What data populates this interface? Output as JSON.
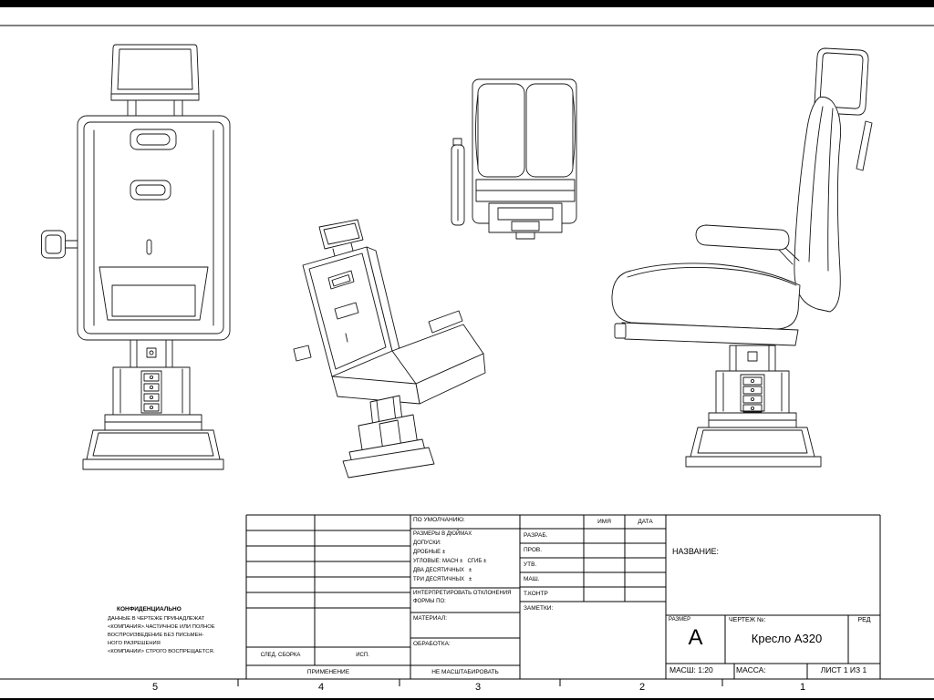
{
  "sheet": {
    "zone_labels": [
      "5",
      "4",
      "3",
      "2",
      "1"
    ]
  },
  "title_block": {
    "defaults": {
      "header": "ПО УМОЛЧАНИЮ:",
      "lines": [
        "РАЗМЕРЫ В ДЮЙМАХ",
        "ДОПУСКИ:",
        "ДРОБНЫЕ ±",
        "УГЛОВЫЕ: МАСН ±   СГИБ ±",
        "ДВА ДЕСЯТИЧНЫХ   ±",
        "ТРИ ДЕСЯТИЧНЫХ   ±"
      ]
    },
    "interpret_lines": [
      "ИНТЕРПРЕТИРОВАТЬ ОТКЛОНЕНИЯ",
      "ФОРМЫ ПО:"
    ],
    "material_label": "МАТЕРИАЛ:",
    "finish_label": "ОБРАБОТКА:",
    "do_not_scale": "НЕ МАСШТАБИРОВАТЬ",
    "approvals": {
      "name_header": "ИМЯ",
      "date_header": "ДАТА",
      "rows": [
        "РАЗРАБ.",
        "ПРОВ.",
        "УТВ.",
        "МАШ.",
        "Т.КОНТР"
      ],
      "comments_label": "ЗАМЕТКИ:"
    },
    "title_label": "НАЗВАНИЕ:",
    "size_label": "РАЗМЕР",
    "size_value": "A",
    "dwg_label": "ЧЕРТЕЖ №:",
    "dwg_value": "Кресло A320",
    "rev_label": "РЕД",
    "scale_text": "МАСШ: 1:20",
    "mass_text": "МАССА:",
    "sheet_text": "ЛИСТ 1 ИЗ 1",
    "next_assy_label": "СЛЕД. СБОРКА",
    "used_on_label": "ИСП.",
    "application_label": "ПРИМЕНЕНИЕ",
    "confidential": {
      "title": "КОНФИДЕНЦИАЛЬНО",
      "lines": [
        "ДАННЫЕ В ЧЕРТЕЖЕ ПРИНАДЛЕЖАТ",
        "<КОМПАНИЯ>.ЧАСТИЧНОЕ ИЛИ ПОЛНОЕ",
        "ВОСПРОИЗВЕДЕНИЕ БЕЗ ПИСЬМЕН-",
        "НОГО РАЗРЕШЕНИЯ",
        "<КОМПАНИИ> СТРОГО ВОСПРЕЩАЕТСЯ."
      ]
    }
  }
}
